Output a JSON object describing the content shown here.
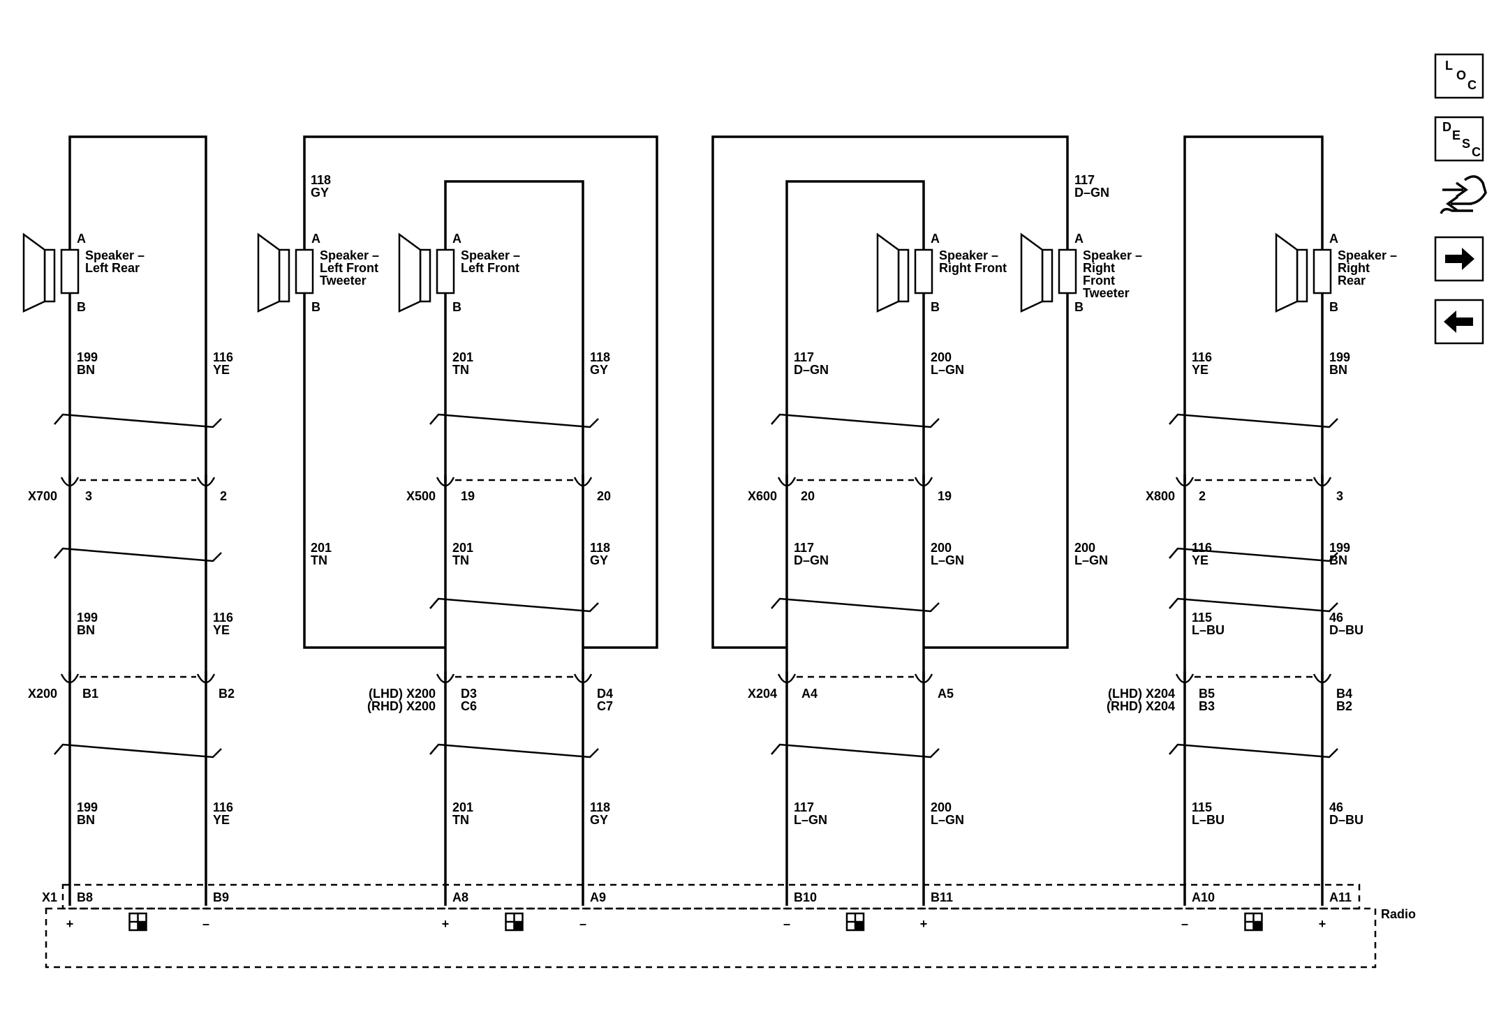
{
  "icons": [
    {
      "name": "location-icon",
      "kind": "loc",
      "letters": [
        "L",
        "O",
        "C"
      ]
    },
    {
      "name": "description-icon",
      "kind": "desc",
      "letters": [
        "D",
        "E",
        "S",
        "C"
      ]
    },
    {
      "name": "connector-repair-icon",
      "kind": "repair"
    },
    {
      "name": "next-page-arrow-icon",
      "kind": "next"
    },
    {
      "name": "previous-page-arrow-icon",
      "kind": "prev"
    }
  ],
  "speakers": [
    {
      "id": "left-rear",
      "label": [
        "Speaker –",
        "Left Rear"
      ],
      "pinA": "A",
      "pinB": "B"
    },
    {
      "id": "left-front-tweeter",
      "label": [
        "Speaker –",
        "Left Front",
        "Tweeter"
      ],
      "pinA": "A",
      "pinB": "B"
    },
    {
      "id": "left-front",
      "label": [
        "Speaker –",
        "Left Front"
      ],
      "pinA": "A",
      "pinB": "B"
    },
    {
      "id": "right-front",
      "label": [
        "Speaker –",
        "Right Front"
      ],
      "pinA": "A",
      "pinB": "B"
    },
    {
      "id": "right-front-tweeter",
      "label": [
        "Speaker –",
        "Right",
        "Front",
        "Tweeter"
      ],
      "pinA": "A",
      "pinB": "B"
    },
    {
      "id": "right-rear",
      "label": [
        "Speaker –",
        "Right",
        "Rear"
      ],
      "pinA": "A",
      "pinB": "B"
    }
  ],
  "wire_labels": [
    {
      "circuit": "199",
      "color": "BN"
    },
    {
      "circuit": "116",
      "color": "YE"
    },
    {
      "circuit": "201",
      "color": "TN"
    },
    {
      "circuit": "118",
      "color": "GY"
    },
    {
      "circuit": "117",
      "color": "D–GN"
    },
    {
      "circuit": "200",
      "color": "L–GN"
    },
    {
      "circuit": "116",
      "color": "YE"
    },
    {
      "circuit": "199",
      "color": "BN"
    },
    {
      "circuit": "199",
      "color": "BN"
    },
    {
      "circuit": "116",
      "color": "YE"
    },
    {
      "circuit": "201",
      "color": "TN"
    },
    {
      "circuit": "201",
      "color": "TN"
    },
    {
      "circuit": "118",
      "color": "GY"
    },
    {
      "circuit": "117",
      "color": "D–GN"
    },
    {
      "circuit": "200",
      "color": "L–GN"
    },
    {
      "circuit": "200",
      "color": "L–GN"
    },
    {
      "circuit": "116",
      "color": "YE"
    },
    {
      "circuit": "115",
      "color": "L–BU"
    },
    {
      "circuit": "199",
      "color": "BN"
    },
    {
      "circuit": "46",
      "color": "D–BU"
    },
    {
      "circuit": "201",
      "color": "TN"
    },
    {
      "circuit": "118",
      "color": "GY"
    },
    {
      "circuit": "117",
      "color": "L–GN"
    },
    {
      "circuit": "200",
      "color": "L–GN"
    },
    {
      "circuit": "115",
      "color": "L–BU"
    },
    {
      "circuit": "46",
      "color": "D–BU"
    },
    {
      "circuit": "118",
      "color": "GY"
    },
    {
      "circuit": "117",
      "color": "D–GN"
    }
  ],
  "connectors_mid": [
    {
      "name": "X700",
      "pins": [
        "3",
        "2"
      ]
    },
    {
      "name": "X500",
      "pins": [
        "19",
        "20"
      ]
    },
    {
      "name": "X600",
      "pins": [
        "20",
        "19"
      ]
    },
    {
      "name": "X800",
      "pins": [
        "2",
        "3"
      ]
    }
  ],
  "connectors_low": [
    {
      "names": [
        "X200"
      ],
      "pins": [
        [
          "B1"
        ],
        [
          "B2"
        ]
      ]
    },
    {
      "names": [
        "(LHD) X200",
        "(RHD) X200"
      ],
      "pins": [
        [
          "D3",
          "C6"
        ],
        [
          "D4",
          "C7"
        ]
      ]
    },
    {
      "names": [
        "X204"
      ],
      "pins": [
        [
          "A4"
        ],
        [
          "A5"
        ]
      ]
    },
    {
      "names": [
        "(LHD) X204",
        "(RHD) X204"
      ],
      "pins": [
        [
          "B5",
          "B3"
        ],
        [
          "B4",
          "B2"
        ]
      ]
    }
  ],
  "radio": {
    "name": "Radio",
    "connector": "X1",
    "pins": [
      "B8",
      "B9",
      "A8",
      "A9",
      "B10",
      "B11",
      "A10",
      "A11"
    ],
    "polarity": [
      "+",
      "–",
      "+",
      "–",
      "–",
      "+",
      "–",
      "+"
    ]
  }
}
